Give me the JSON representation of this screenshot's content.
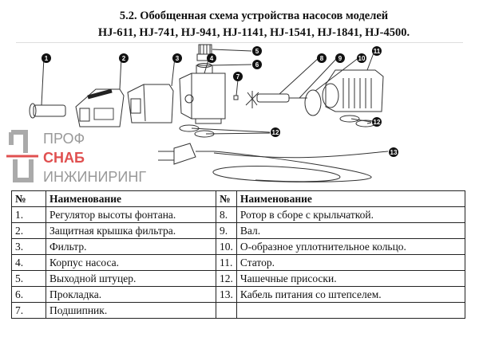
{
  "title": {
    "line1": "5.2. Обобщенная схема устройства насосов моделей",
    "line2": "HJ-611, HJ-741, HJ-941, HJ-1141, HJ-1541, HJ-1841, HJ-4500."
  },
  "diagram": {
    "callouts": [
      "1",
      "2",
      "3",
      "4",
      "5",
      "6",
      "7",
      "8",
      "9",
      "10",
      "11",
      "12",
      "12",
      "13"
    ]
  },
  "table": {
    "headers": {
      "num": "№",
      "name": "Наименование"
    },
    "rows": [
      {
        "n1": "1.",
        "a1": "Регулятор высоты фонтана.",
        "n2": "8.",
        "a2": "Ротор в сборе с крыльчаткой."
      },
      {
        "n1": "2.",
        "a1": "Защитная крышка фильтра.",
        "n2": "9.",
        "a2": "Вал."
      },
      {
        "n1": "3.",
        "a1": "Фильтр.",
        "n2": "10.",
        "a2": "О-образное уплотнительное кольцо."
      },
      {
        "n1": "4.",
        "a1": "Корпус насоса.",
        "n2": "11.",
        "a2": "Статор."
      },
      {
        "n1": "5.",
        "a1": "Выходной штуцер.",
        "n2": "12.",
        "a2": "Чашечные присоски."
      },
      {
        "n1": "6.",
        "a1": "Прокладка.",
        "n2": "13.",
        "a2": "Кабель питания со штепселем."
      },
      {
        "n1": "7.",
        "a1": "Подшипник.",
        "n2": "",
        "a2": ""
      }
    ]
  },
  "watermark": {
    "line1": "ПРОФ",
    "line2": "СНАБ",
    "line3": "ИНЖИНИРИНГ",
    "color": "#e05050"
  }
}
